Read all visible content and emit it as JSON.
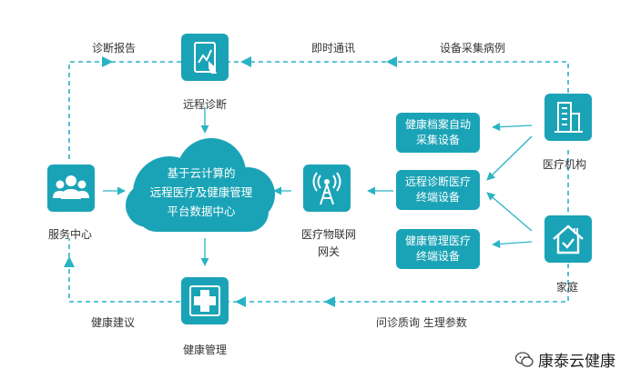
{
  "colors": {
    "accent": "#1aa3b6",
    "dash": "#2ab3c4"
  },
  "top_flow": {
    "report_label": "诊断报告",
    "im_label": "即时通讯",
    "collect_label": "设备采集病例"
  },
  "bottom_flow": {
    "advice_label": "健康建议",
    "params_label": "问诊质询 生理参数"
  },
  "nodes": {
    "remote_diagnosis": {
      "label": "远程诊断",
      "icon": "tablet-chart-icon"
    },
    "service_center": {
      "label": "服务中心",
      "icon": "people-group-icon"
    },
    "cloud": {
      "line1": "基于云计算的",
      "line2": "远程医疗及健康管理",
      "line3": "平台数据中心",
      "icon": "cloud-icon"
    },
    "gateway": {
      "line1": "医疗物联网",
      "line2": "网关",
      "icon": "antenna-tower-icon"
    },
    "health_management": {
      "label": "健康管理",
      "icon": "medical-cross-icon"
    },
    "institution": {
      "label": "医疗机构",
      "icon": "hospital-building-icon"
    },
    "home": {
      "label": "家庭",
      "icon": "house-check-icon"
    }
  },
  "devices": {
    "records": {
      "line1": "健康档案自动",
      "line2": "采集设备"
    },
    "remote": {
      "line1": "远程诊断医疗",
      "line2": "终端设备"
    },
    "health": {
      "line1": "健康管理医疗",
      "line2": "终端设备"
    }
  },
  "watermark": {
    "text": "康泰云健康",
    "icon": "wechat-icon"
  }
}
